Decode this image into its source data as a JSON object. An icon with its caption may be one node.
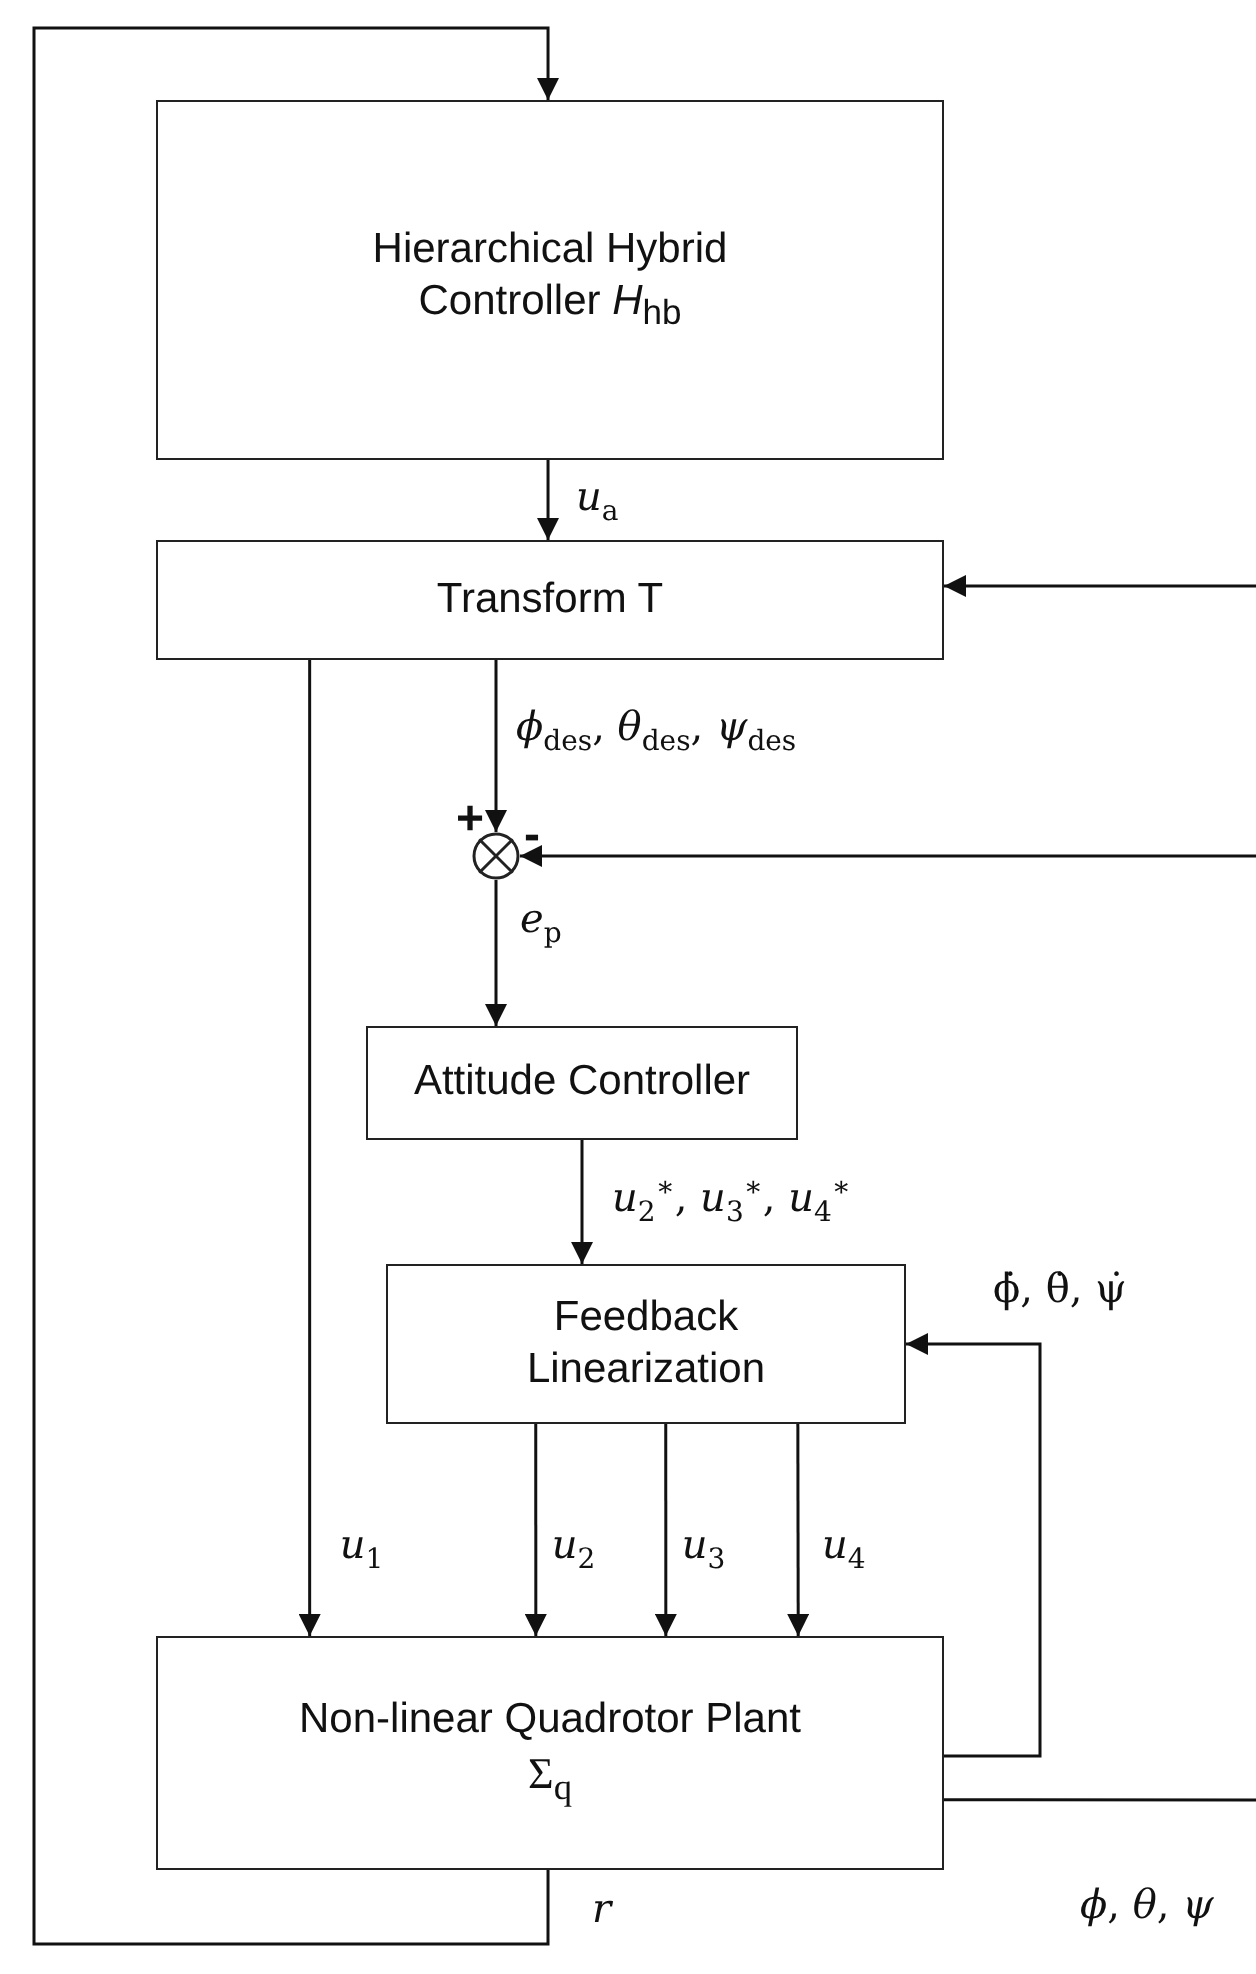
{
  "diagram": {
    "nodes": [
      {
        "text": [
          "Hierarchical Hybrid Controller *H*$_{hb}$"
        ]
      },
      {
        "text": [
          "Transform T"
        ]
      },
      {
        "text": [],
        "shape": "circle"
      },
      {
        "text": [
          "Attitude Controller"
        ]
      },
      {
        "text": [
          "Feedback Linearization"
        ]
      },
      {
        "text": [
          "Non-linear Quadrotor Plant",
          "Σ$_{q}$"
        ]
      }
    ],
    "edges": [
      {
        "from": 5,
        "to": 0,
        "arrow": "to",
        "label": "*r*"
      },
      {
        "from": 0,
        "to": 1,
        "arrow": "to",
        "label": "*u*$_{a}$"
      },
      {
        "from": null,
        "to": 1,
        "arrow": "to"
      },
      {
        "from": 1,
        "to": 2,
        "arrow": "to",
        "label": "*ϕ*$_{des}$, *θ*$_{des}$, *ψ*$_{des}$"
      },
      {
        "from": null,
        "to": 2,
        "arrow": "to"
      },
      {
        "from": 2,
        "to": 3,
        "arrow": "to",
        "label": "*e*$_{p}$"
      },
      {
        "from": 3,
        "to": 4,
        "arrow": "to",
        "label": "*u*$_{2}$$^{∗}$, *u*$_{3}$$^{∗}$, *u*$_{4}$$^{∗}$"
      },
      {
        "from": 1,
        "to": 5,
        "arrow": "to",
        "label": "*u*$_{1}$"
      },
      {
        "from": 4,
        "to": 5,
        "arrow": "to",
        "label": "*u*$_{2}$"
      },
      {
        "from": 4,
        "to": 5,
        "arrow": "to",
        "label": "*u*$_{3}$"
      },
      {
        "from": 4,
        "to": 5,
        "arrow": "to",
        "label": "*u*$_{4}$"
      },
      {
        "from": 5,
        "to": 4,
        "arrow": "to",
        "label": "ϕ̇, θ̇, ψ̇"
      },
      {
        "from": 5,
        "to": null,
        "arrow": "none",
        "label": "*ϕ*, *θ*, *ψ*"
      }
    ],
    "labels": [
      "+",
      "-"
    ]
  }
}
